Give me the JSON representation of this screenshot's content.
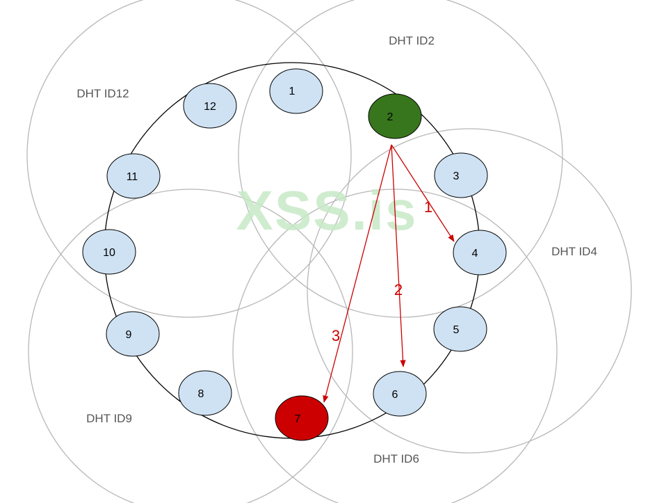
{
  "colors": {
    "node_fill": "#cfe2f3",
    "node_stroke": "#000000",
    "source_fill": "#38761d",
    "target_fill": "#cc0000",
    "region_stroke": "#b7b7b7",
    "arrow": "#cc0000",
    "watermark": "#c7e9c7"
  },
  "watermark": "XSS.is",
  "regions": [
    {
      "label": "DHT ID12"
    },
    {
      "label": "DHT ID2"
    },
    {
      "label": "DHT ID4"
    },
    {
      "label": "DHT ID9"
    },
    {
      "label": "DHT ID6"
    }
  ],
  "nodes": [
    {
      "label": "1",
      "role": "normal"
    },
    {
      "label": "2",
      "role": "source"
    },
    {
      "label": "3",
      "role": "normal"
    },
    {
      "label": "4",
      "role": "normal"
    },
    {
      "label": "5",
      "role": "normal"
    },
    {
      "label": "6",
      "role": "normal"
    },
    {
      "label": "7",
      "role": "target"
    },
    {
      "label": "8",
      "role": "normal"
    },
    {
      "label": "9",
      "role": "normal"
    },
    {
      "label": "10",
      "role": "normal"
    },
    {
      "label": "11",
      "role": "normal"
    },
    {
      "label": "12",
      "role": "normal"
    }
  ],
  "arrows": [
    {
      "label": "1",
      "from": "2",
      "to": "4"
    },
    {
      "label": "2",
      "from": "2",
      "to": "6"
    },
    {
      "label": "3",
      "from": "2",
      "to": "7"
    }
  ]
}
